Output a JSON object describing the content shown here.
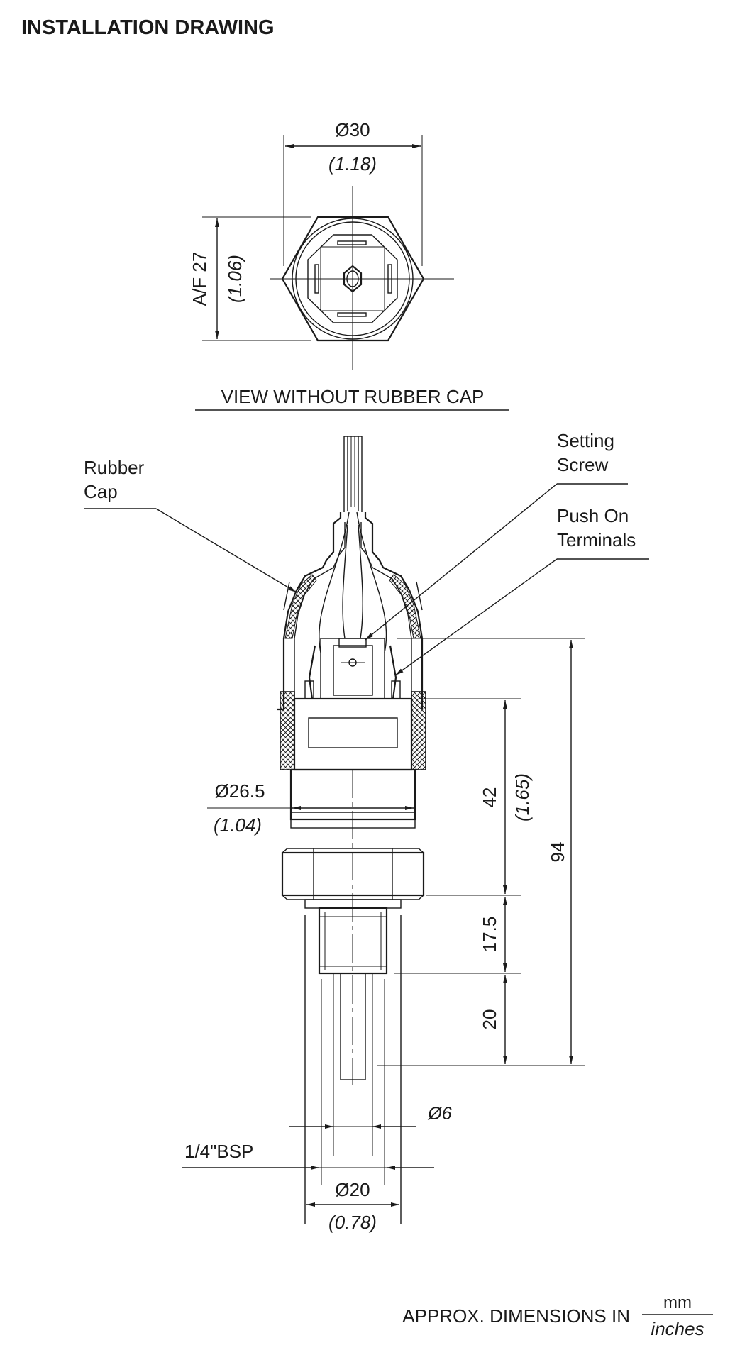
{
  "title": "INSTALLATION DRAWING",
  "top_view": {
    "caption": "VIEW WITHOUT RUBBER CAP",
    "diameter_mm": "Ø30",
    "diameter_in": "(1.18)",
    "af_mm": "A/F 27",
    "af_in": "(1.06)"
  },
  "labels": {
    "rubber_cap": [
      "Rubber",
      "Cap"
    ],
    "setting_screw": [
      "Setting",
      "Screw"
    ],
    "push_on_terminals": [
      "Push On",
      "Terminals"
    ],
    "thread": "1/4\"BSP"
  },
  "dimensions": {
    "body_dia_mm": "Ø26.5",
    "body_dia_in": "(1.04)",
    "head_height_mm": "42",
    "head_height_in": "(1.65)",
    "overall_length": "94",
    "thread_length": "17.5",
    "probe_length": "20",
    "probe_dia": "Ø6",
    "pocket_dia_mm": "Ø20",
    "pocket_dia_in": "(0.78)"
  },
  "footer": {
    "prefix": "APPROX. DIMENSIONS IN",
    "unit_top": "mm",
    "unit_bottom": "inches"
  }
}
